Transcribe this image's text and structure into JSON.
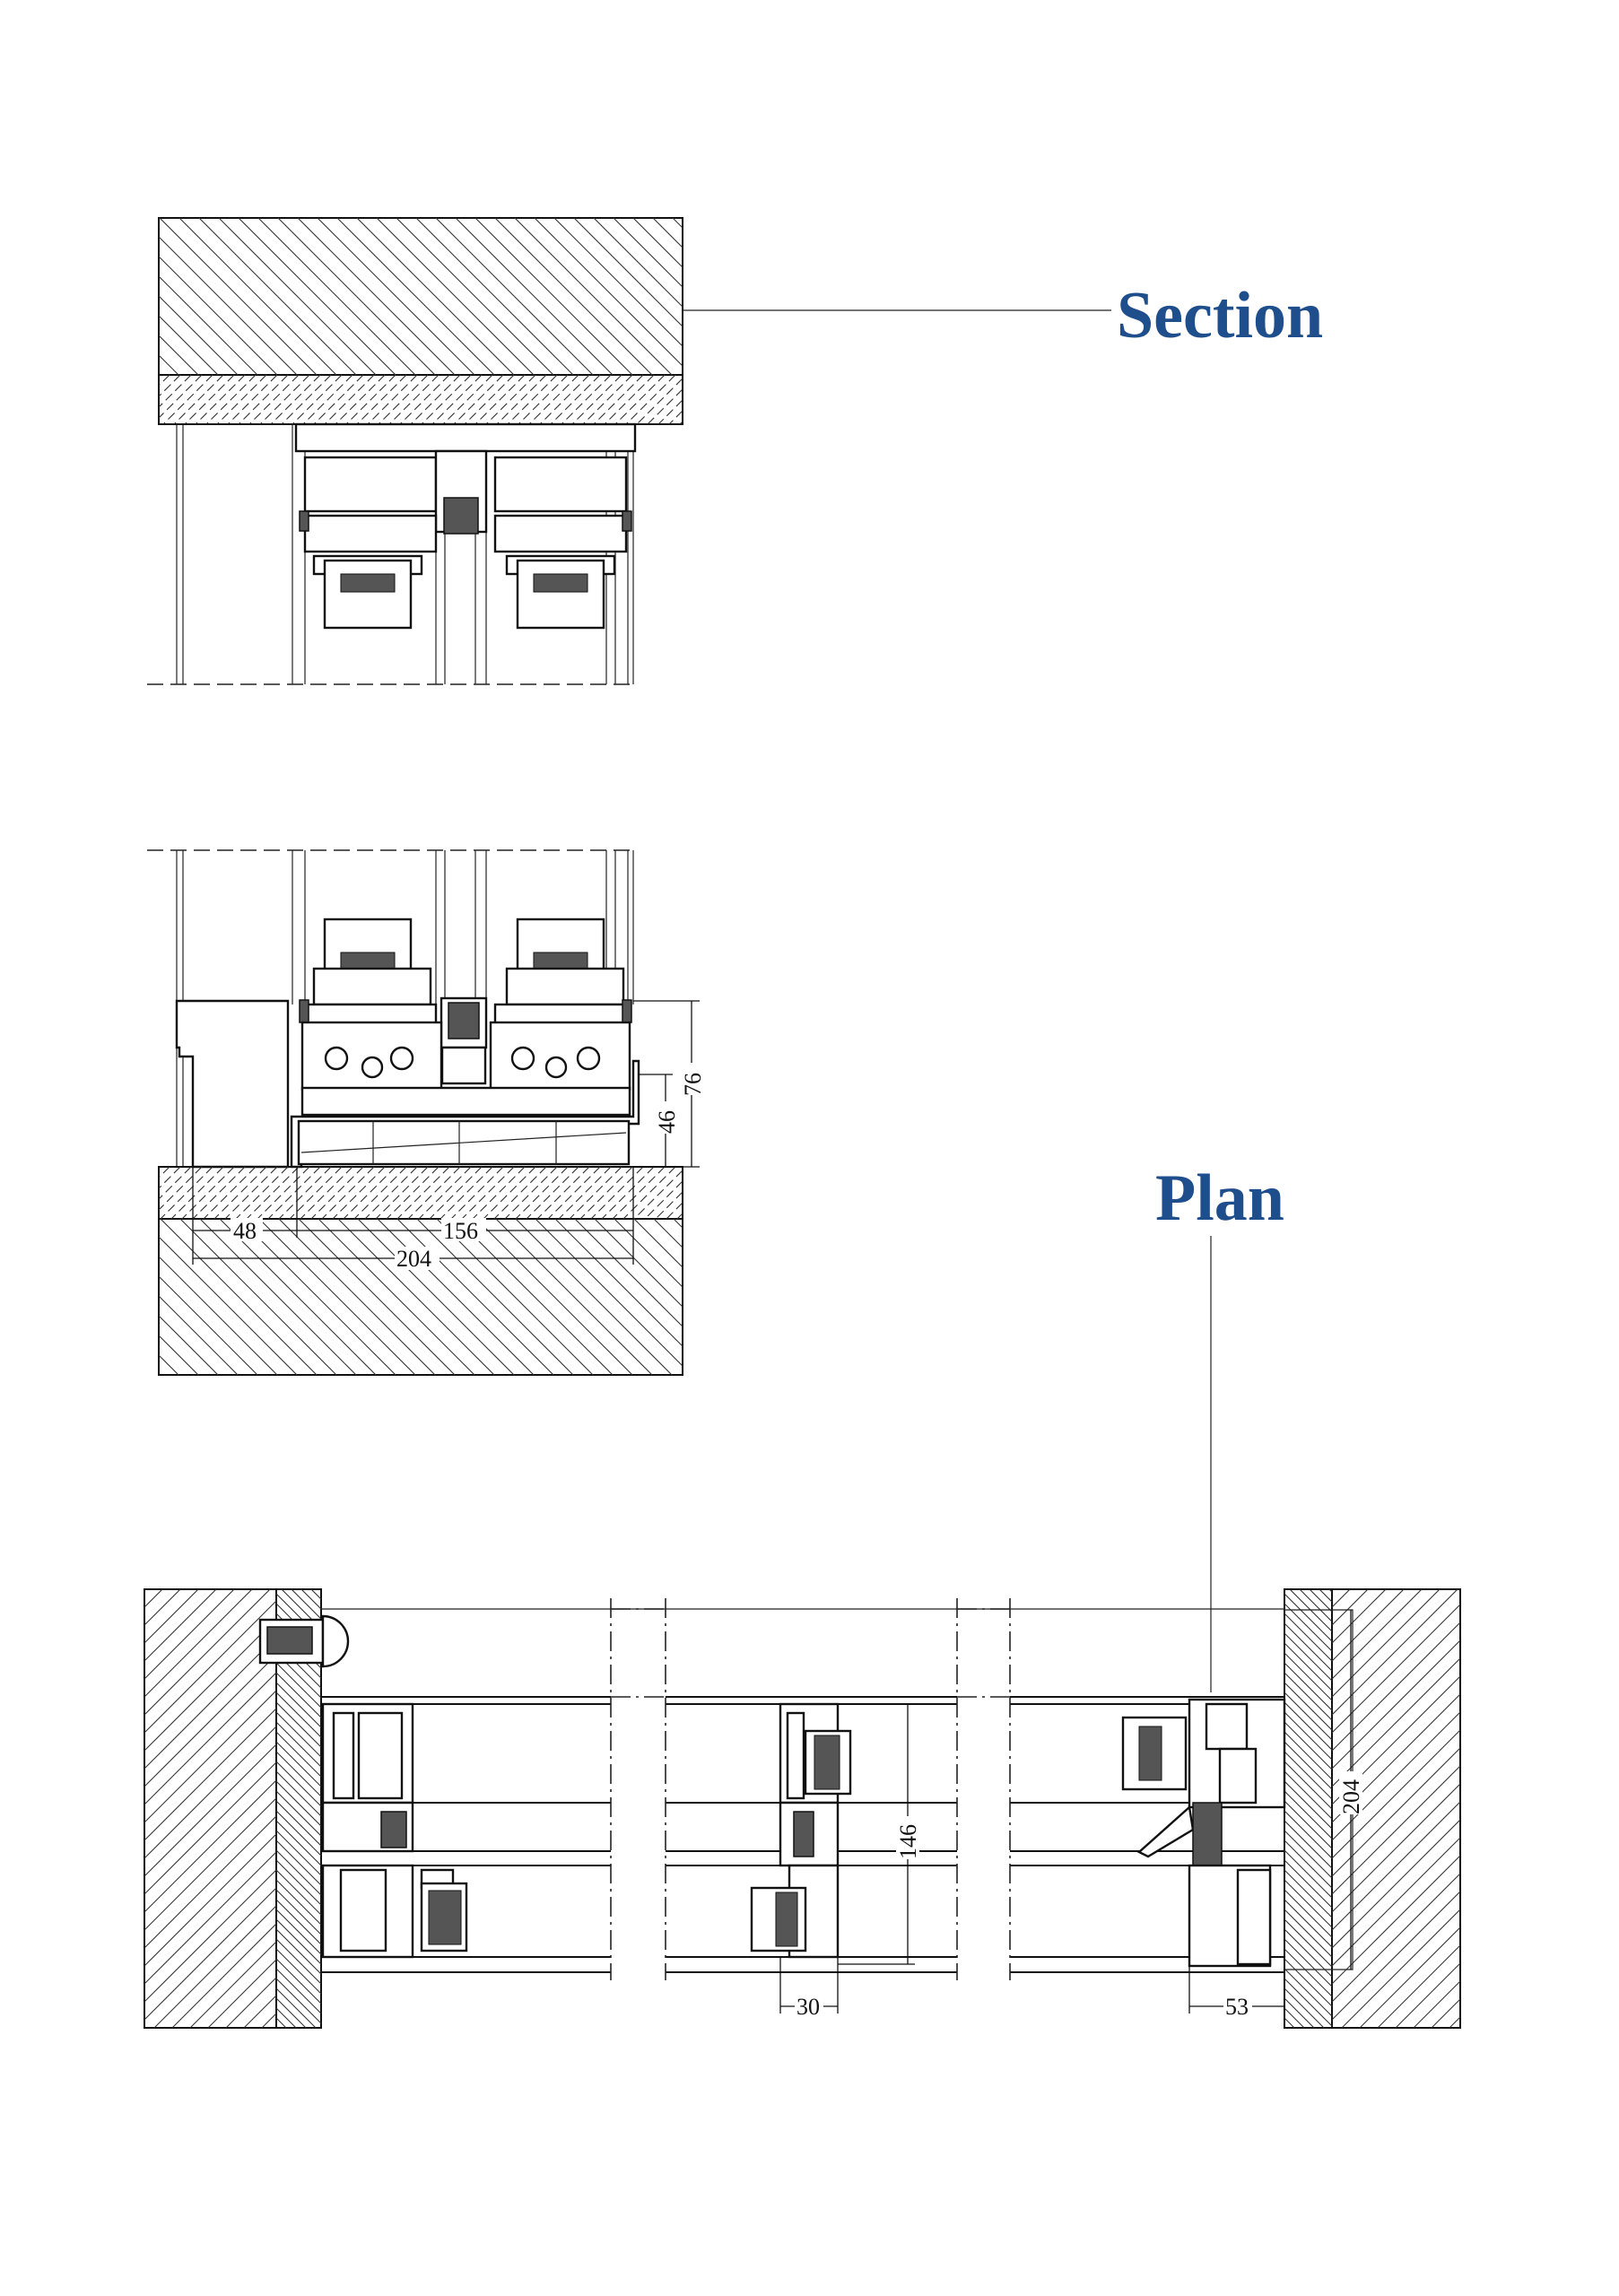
{
  "labels": {
    "section": "Section",
    "plan": "Plan"
  },
  "colors": {
    "title": "#1f4e8c",
    "line": "#111111"
  },
  "section_dimensions": {
    "left_offset": "48",
    "frame_width": "156",
    "total_width": "204",
    "frame_height": "76",
    "sill_height": "46"
  },
  "plan_dimensions": {
    "interlock_height": "146",
    "interlock_width": "30",
    "jamb_width": "53",
    "wall_depth": "204"
  }
}
